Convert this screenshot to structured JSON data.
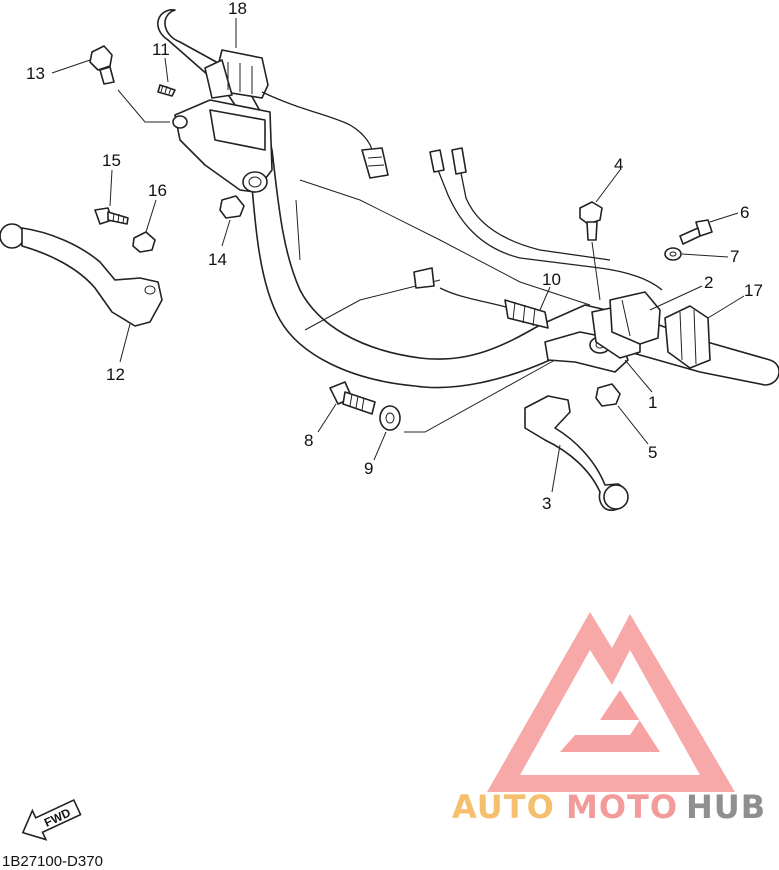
{
  "diagram": {
    "drawing_code": "1B27100-D370",
    "fwd_label": "FWD",
    "watermark": {
      "part1": "AUTO",
      "part2": "MOTO",
      "part3": "HUB",
      "color1": "#f5bf6e",
      "color2": "#f39a9a",
      "color3": "#8f8f8f",
      "logo_color": "#f7a3a3"
    },
    "callouts": [
      "1",
      "2",
      "3",
      "4",
      "5",
      "6",
      "7",
      "8",
      "9",
      "10",
      "11",
      "12",
      "13",
      "14",
      "15",
      "16",
      "17",
      "18"
    ]
  }
}
